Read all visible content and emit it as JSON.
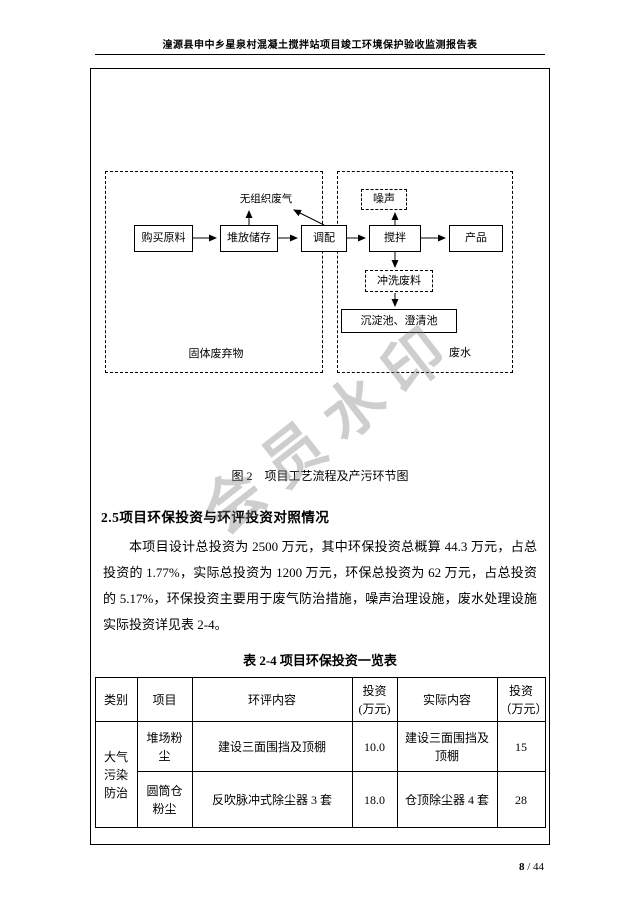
{
  "page": {
    "header_title": "湟源县申中乡星泉村混凝土搅拌站项目竣工环境保护验收监测报告表",
    "watermark": "会员水印",
    "page_number": "8",
    "page_total": " / 44"
  },
  "flowchart": {
    "caption": "图 2    项目工艺流程及产污环节图",
    "nodes": {
      "buy": "购买原料",
      "store": "堆放储存",
      "blend": "调配",
      "mix": "搅拌",
      "product": "产品",
      "gas": "无组织废气",
      "noise": "噪声",
      "wash": "冲洗废料",
      "tank": "沉淀池、澄清池",
      "solid_waste": "固体废弃物",
      "wastewater": "废水"
    }
  },
  "section": {
    "heading": "2.5项目环保投资与环评投资对照情况",
    "paragraph": "本项目设计总投资为 2500 万元，其中环保投资总概算 44.3 万元，占总投资的 1.77%，实际总投资为 1200 万元，环保总投资为 62 万元，占总投资的 5.17%，环保投资主要用于废气防治措施，噪声治理设施，废水处理设施实际投资详见表 2-4。"
  },
  "table": {
    "title": "表 2-4 项目环保投资一览表",
    "headers": [
      "类别",
      "项目",
      "环评内容",
      "投资\n(万元)",
      "实际内容",
      "投资\n（万元）"
    ],
    "category": "大气\n污染\n防治",
    "rows": [
      {
        "item": "堆场粉\n尘",
        "eia": "建设三面围挡及顶棚",
        "inv_eia": "10.0",
        "actual": "建设三面围挡及\n顶棚",
        "inv_actual": "15"
      },
      {
        "item": "圆筒仓\n粉尘",
        "eia": "反吹脉冲式除尘器 3 套",
        "inv_eia": "18.0",
        "actual": "仓顶除尘器 4 套",
        "inv_actual": "28"
      }
    ]
  }
}
